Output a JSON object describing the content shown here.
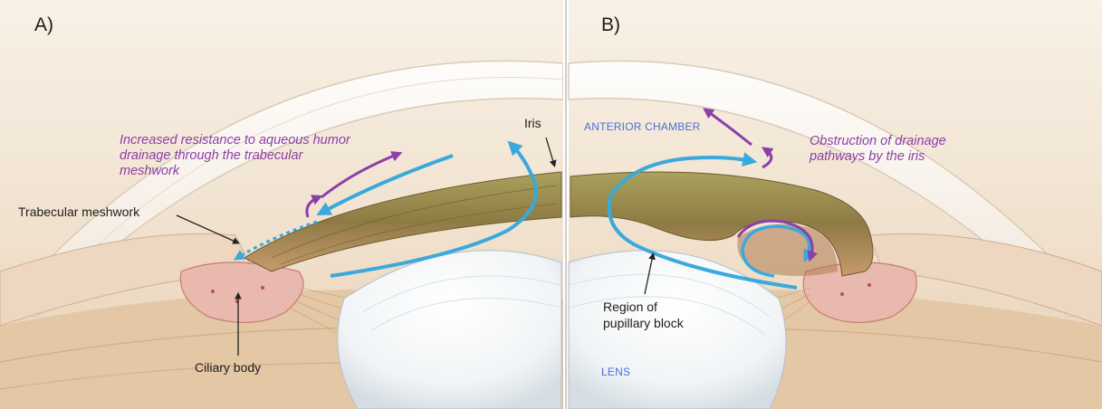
{
  "panel_a": {
    "letter": "A)",
    "iris_label": "Iris",
    "resistance_note": "Increased resistance to aqueous humor drainage through the trabecular meshwork",
    "trabecular_label": "Trabecular meshwork",
    "ciliary_label": "Ciliary body"
  },
  "panel_b": {
    "letter": "B)",
    "anterior_chamber_label": "ANTERIOR CHAMBER",
    "obstruction_note": "Obstruction of drainage pathways by the iris",
    "pupillary_block_label": "Region of pupillary block",
    "lens_label": "LENS"
  },
  "colors": {
    "aqueous_flow": "#3aa9dc",
    "resistance_flow": "#8c3fa6",
    "label_blue": "#4b6fd6",
    "note_purple": "#8c3fa6"
  }
}
